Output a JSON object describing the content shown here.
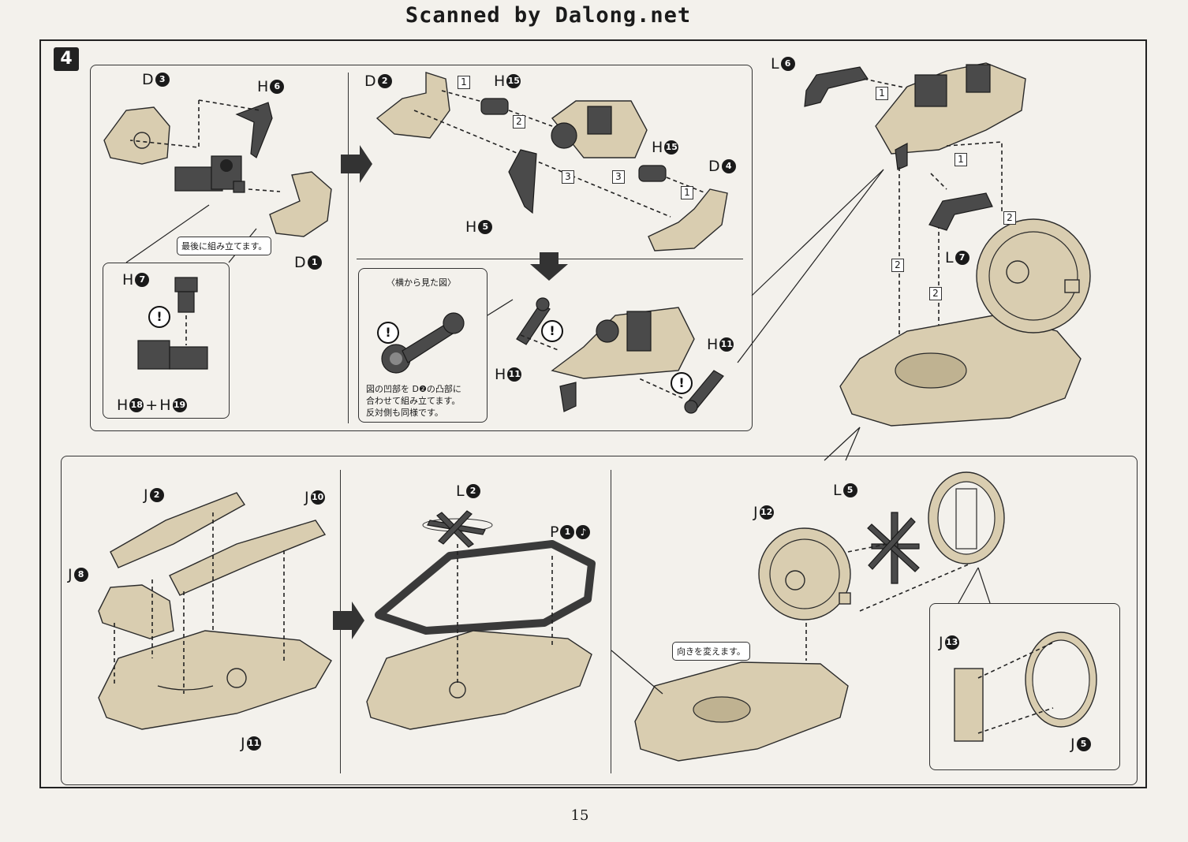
{
  "watermark": "Scanned by Dalong.net",
  "step": "4",
  "page_number": "15",
  "labels": {
    "d3": {
      "letter": "D",
      "num": "3"
    },
    "h6": {
      "letter": "H",
      "num": "6"
    },
    "d1": {
      "letter": "D",
      "num": "1"
    },
    "h7": {
      "letter": "H",
      "num": "7"
    },
    "h18": {
      "letter": "H",
      "num": "18"
    },
    "h19": {
      "letter": "H",
      "num": "19"
    },
    "d2": {
      "letter": "D",
      "num": "2"
    },
    "h15a": {
      "letter": "H",
      "num": "15"
    },
    "h15b": {
      "letter": "H",
      "num": "15"
    },
    "d4": {
      "letter": "D",
      "num": "4"
    },
    "h5": {
      "letter": "H",
      "num": "5"
    },
    "h11a": {
      "letter": "H",
      "num": "11"
    },
    "h11b": {
      "letter": "H",
      "num": "11"
    },
    "l6": {
      "letter": "L",
      "num": "6"
    },
    "l7": {
      "letter": "L",
      "num": "7"
    },
    "j2": {
      "letter": "J",
      "num": "2"
    },
    "j10": {
      "letter": "J",
      "num": "10"
    },
    "j8": {
      "letter": "J",
      "num": "8"
    },
    "j11": {
      "letter": "J",
      "num": "11"
    },
    "l2": {
      "letter": "L",
      "num": "2"
    },
    "p1": {
      "letter": "P",
      "num": "1"
    },
    "l5": {
      "letter": "L",
      "num": "5"
    },
    "j12": {
      "letter": "J",
      "num": "12"
    },
    "j13": {
      "letter": "J",
      "num": "13"
    },
    "j5": {
      "letter": "J",
      "num": "5"
    }
  },
  "plus": "+",
  "notes": {
    "assemble_last": "最後に組み立てます。",
    "side_view": "〈横から見た図〉",
    "side_note_1": "図の凹部を D❷の凸部に",
    "side_note_2": "合わせて組み立てます。",
    "side_note_3": "反対側も同様です。",
    "change_direction": "向きを変えます。"
  },
  "order_marks": [
    "1",
    "2",
    "3",
    "3",
    "1",
    "1",
    "1",
    "2",
    "2",
    "2"
  ],
  "warning_mark": "!"
}
